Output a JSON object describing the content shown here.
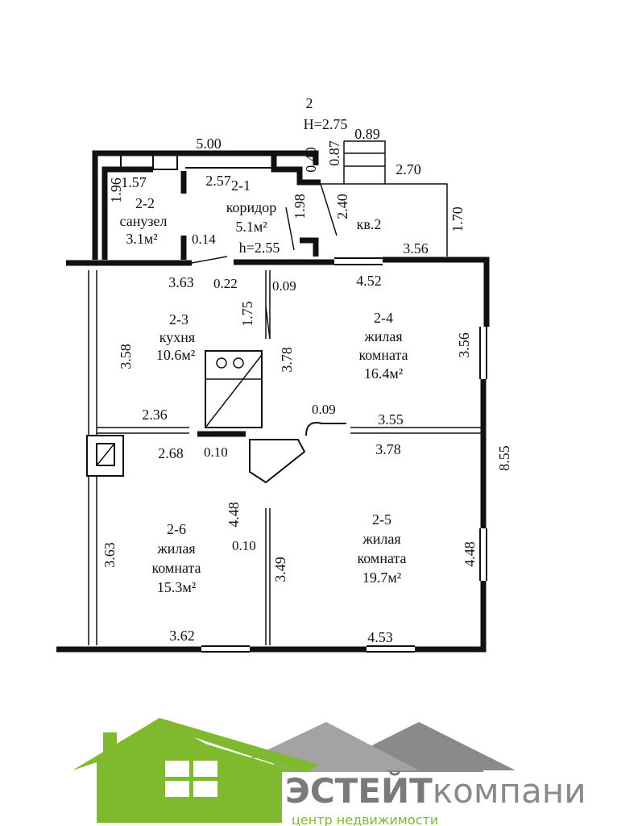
{
  "plan": {
    "apartment_number": "2",
    "ceiling_height": "H=2.75",
    "rooms": [
      {
        "id": "2-1",
        "name": "коридор",
        "area": "5.1м²"
      },
      {
        "id": "2-2",
        "name": "санузел",
        "area": "3.1м²"
      },
      {
        "id": "2-3",
        "name": "кухня",
        "area": "10.6м²"
      },
      {
        "id": "2-4",
        "name": "жилая комната",
        "area": "16.4м²",
        "name_line1": "жилая",
        "name_line2": "комната"
      },
      {
        "id": "2-5",
        "name": "жилая комната",
        "area": "19.7м²",
        "name_line1": "жилая",
        "name_line2": "комната"
      },
      {
        "id": "2-6",
        "name": "жилая комната",
        "area": "15.3м²",
        "name_line1": "жилая",
        "name_line2": "комната"
      }
    ],
    "neighbor_label": "кв.2",
    "corridor_height": "h=2.55",
    "dimensions": {
      "d500": "5.00",
      "d089": "0.89",
      "d087": "0.87",
      "d040": "0.40",
      "d270": "2.70",
      "d196": "1.96",
      "d157": "1.57",
      "d257": "2.57",
      "d198": "1.98",
      "d240": "2.40",
      "d170": "1.70",
      "d014": "0.14",
      "d356a": "3.56",
      "d363a": "3.63",
      "d022": "0.22",
      "d009a": "0.09",
      "d452": "4.52",
      "d175": "1.75",
      "d358": "3.58",
      "d378a": "3.78",
      "d356b": "3.56",
      "d236": "2.36",
      "d009b": "0.09",
      "d355": "3.55",
      "d268": "2.68",
      "d010a": "0.10",
      "d378b": "3.78",
      "d855": "8.55",
      "d448a": "4.48",
      "d363b": "3.63",
      "d010b": "0.10",
      "d349": "3.49",
      "d448b": "4.48",
      "d362": "3.62",
      "d453": "4.53"
    }
  },
  "logo": {
    "brand_bold": "ЭСТЕЙТ",
    "brand_light": "компани",
    "tagline": "центр недвижимости",
    "colors": {
      "green": "#7fba2e",
      "gray1": "#a3a3a3",
      "gray2": "#8a8a8a"
    }
  }
}
